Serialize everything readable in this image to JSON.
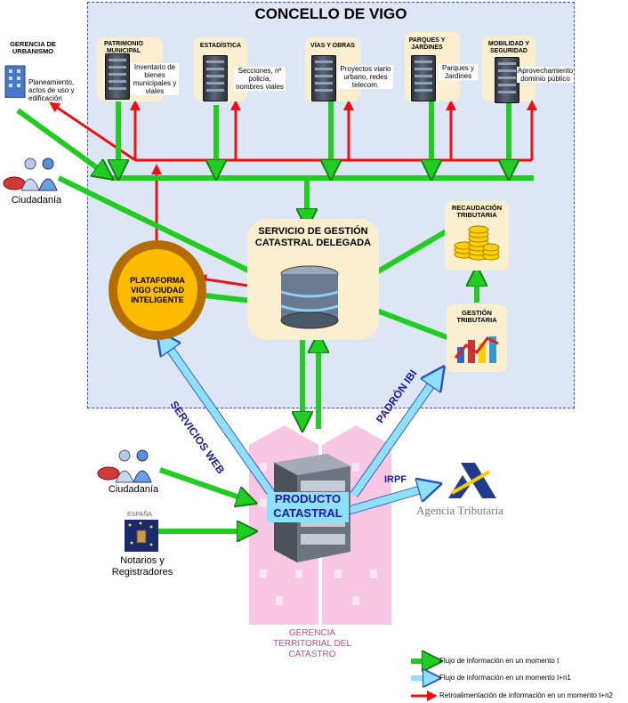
{
  "title": "CONCELLO DE VIGO",
  "departments": [
    {
      "key": "patrimonio",
      "title": "PATRIMONIO MUNICIPAL",
      "desc": "Inventario de bienes municipales y viales"
    },
    {
      "key": "estadistica",
      "title": "ESTADÍSTICA",
      "desc": "Secciones, nº policía, nombres viales"
    },
    {
      "key": "vias",
      "title": "VÍAS Y OBRAS",
      "desc": "Proyectos viario urbano, redes telecom."
    },
    {
      "key": "parques",
      "title": "PARQUES Y JARDINES",
      "desc": "Parques y Jardines"
    },
    {
      "key": "movilidad",
      "title": "MOBILIDAD Y SEGURIDAD",
      "desc": "Aprovechamiento dominio público"
    }
  ],
  "gerencia_urbanismo": {
    "title": "GERENCIA DE URBANISMO",
    "desc": "Planeamiento, actos de uso y edificación"
  },
  "ciudadania_top": "Ciudadanía",
  "servicio_catastral": "SERVICIO DE GESTIÓN CATASTRAL DELEGADA",
  "plataforma": "PLATAFORMA VIGO CIUDAD INTELIGENTE",
  "recaudacion": "RECAUDACIÓN TRIBUTARIA",
  "gestion_tributaria": "GESTIÓN TRIBUTARIA",
  "servicios_web": "SERVICIOS WEB",
  "padron_ibi": "PADRÓN IBI",
  "producto_catastral": "PRODUCTO CATASTRAL",
  "irpf": "IRPF",
  "agencia_tributaria": "Agencia Tributaria",
  "ciudadania_bottom": "Ciudadanía",
  "espana": "ESPAÑA",
  "notarios": "Notarios y Registradores",
  "gerencia_territorial": "GERENCIA TERRITORIAL DEL CATASTRO",
  "legend": [
    {
      "text": "Flujo de información en un momento t",
      "color": "#22cc22"
    },
    {
      "text": "Flujo de información en un momento t+n1",
      "color": "#8fe0ff"
    },
    {
      "text": "Retroalimentación de información en un momento t+n2",
      "color": "#ee1111"
    }
  ],
  "colors": {
    "green": "#22cc22",
    "light_blue": "#8fe0ff",
    "red": "#ee1111",
    "concello_bg": "#dde6f5",
    "pink": "#f7c7e3"
  }
}
